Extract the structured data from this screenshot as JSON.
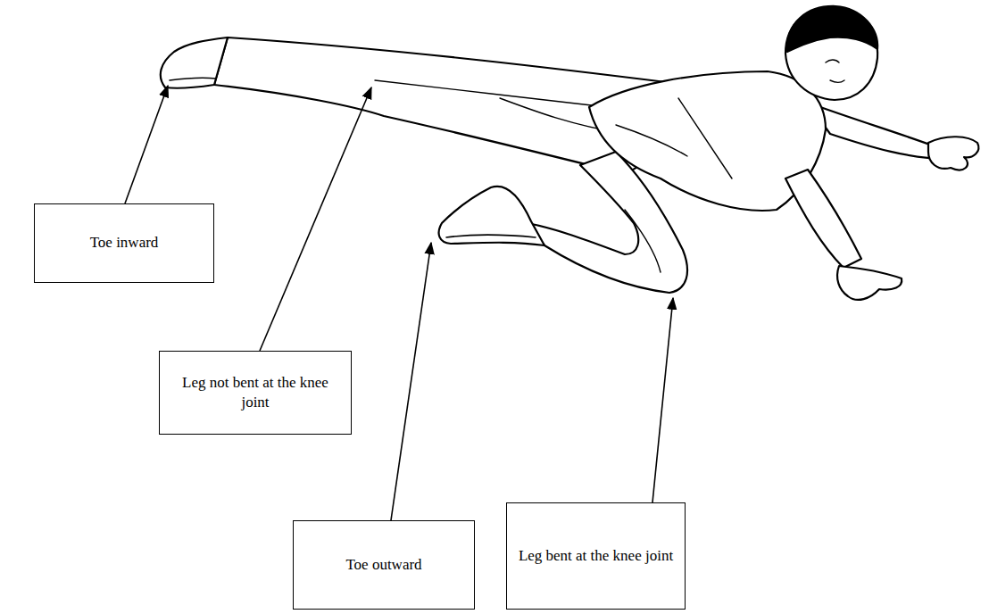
{
  "diagram": {
    "nodes": [
      {
        "text": [
          "Toe inward"
        ]
      },
      {
        "text": [
          "Leg not bent at the knee joint"
        ]
      },
      {
        "text": [
          "Toe outward"
        ]
      },
      {
        "text": [
          "Leg bent at the knee joint"
        ]
      }
    ]
  }
}
